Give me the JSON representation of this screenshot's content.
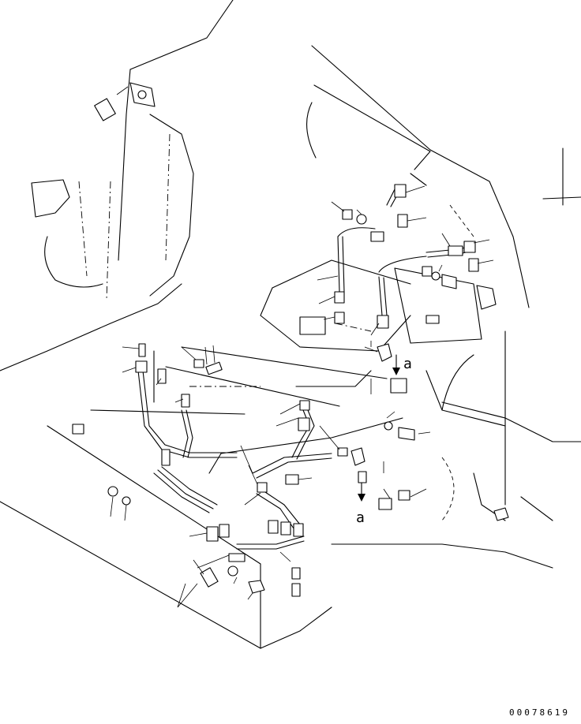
{
  "labels": {
    "ref_a_upper": "a",
    "ref_a_lower": "a"
  },
  "drawing_number": "00078619"
}
